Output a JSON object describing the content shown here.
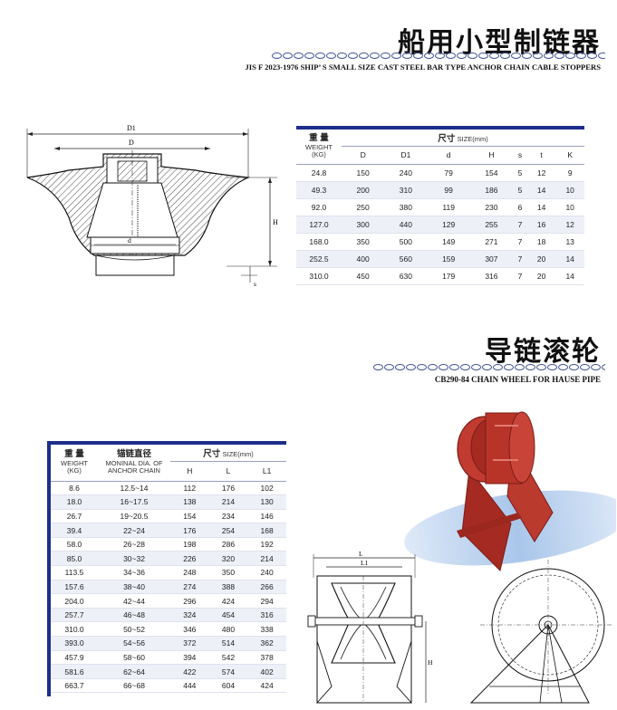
{
  "section1": {
    "title_cn": "船用小型制链器",
    "subtitle_en": "JIS F 2023-1976 SHIP’ S SMALL SIZE CAST STEEL BAR TYPE ANCHOR CHAIN CABLE STOPPERS",
    "drawing_labels": {
      "D1": "D1",
      "D": "D",
      "d": "d",
      "H": "H",
      "s": "s"
    },
    "table": {
      "weight_cn": "重 量",
      "weight_en": "WEIGHT",
      "weight_unit": "(KG)",
      "size_cn": "尺寸",
      "size_en": "SIZE(mm)",
      "columns": [
        "D",
        "D1",
        "d",
        "H",
        "s",
        "t",
        "K"
      ],
      "rows": [
        [
          "24.8",
          "150",
          "240",
          "79",
          "154",
          "5",
          "12",
          "9"
        ],
        [
          "49.3",
          "200",
          "310",
          "99",
          "186",
          "5",
          "14",
          "10"
        ],
        [
          "92.0",
          "250",
          "380",
          "119",
          "230",
          "6",
          "14",
          "10"
        ],
        [
          "127.0",
          "300",
          "440",
          "129",
          "255",
          "7",
          "16",
          "12"
        ],
        [
          "168.0",
          "350",
          "500",
          "149",
          "271",
          "7",
          "18",
          "13"
        ],
        [
          "252.5",
          "400",
          "560",
          "159",
          "307",
          "7",
          "20",
          "14"
        ],
        [
          "310.0",
          "450",
          "630",
          "179",
          "316",
          "7",
          "20",
          "14"
        ]
      ]
    }
  },
  "section2": {
    "title_cn": "导链滚轮",
    "subtitle_en": "CB290-84 CHAIN WHEEL FOR HAUSE PIPE",
    "drawing_labels": {
      "L": "L",
      "L1": "L1",
      "H": "H"
    },
    "table": {
      "weight_cn": "重 量",
      "weight_en": "WEIGHT",
      "weight_unit": "(KG)",
      "dia_cn": "锚链直径",
      "dia_en": "MONINAL DIA. OF ANCHOR CHAIN",
      "size_cn": "尺寸",
      "size_en": "SIZE(mm)",
      "columns": [
        "H",
        "L",
        "L1"
      ],
      "rows": [
        [
          "8.6",
          "12.5~14",
          "112",
          "176",
          "102"
        ],
        [
          "18.0",
          "16~17.5",
          "138",
          "214",
          "130"
        ],
        [
          "26.7",
          "19~20.5",
          "154",
          "234",
          "146"
        ],
        [
          "39.4",
          "22~24",
          "176",
          "254",
          "168"
        ],
        [
          "58.0",
          "26~28",
          "198",
          "286",
          "192"
        ],
        [
          "85.0",
          "30~32",
          "226",
          "320",
          "214"
        ],
        [
          "113.5",
          "34~36",
          "248",
          "350",
          "240"
        ],
        [
          "157.6",
          "38~40",
          "274",
          "388",
          "266"
        ],
        [
          "204.0",
          "42~44",
          "296",
          "424",
          "294"
        ],
        [
          "257.7",
          "46~48",
          "324",
          "454",
          "316"
        ],
        [
          "310.0",
          "50~52",
          "346",
          "480",
          "338"
        ],
        [
          "393.0",
          "54~56",
          "372",
          "514",
          "362"
        ],
        [
          "457.9",
          "58~60",
          "394",
          "542",
          "378"
        ],
        [
          "581.6",
          "62~64",
          "422",
          "574",
          "402"
        ],
        [
          "663.7",
          "66~68",
          "444",
          "604",
          "424"
        ]
      ]
    }
  },
  "colors": {
    "accent": "#1d2f8a",
    "chain": "#3c4f93",
    "red": "#b8332b",
    "ellipse": "#a9c6ea"
  }
}
